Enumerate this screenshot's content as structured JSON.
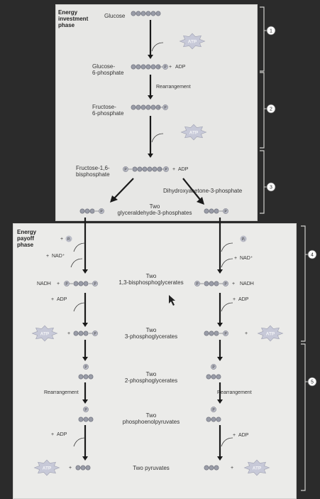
{
  "phases": {
    "investment": "Energy\ninvestment\nphase",
    "payoff": "Energy\npayoff\nphase"
  },
  "molecules": {
    "glucose": "Glucose",
    "g6p": "Glucose-\n6-phosphate",
    "f6p": "Fructose-\n6-phosphate",
    "f16bp": "Fructose-1,6-\nbisphosphate",
    "dhap": "Dihydroxyacetone-3-phosphate",
    "g3p": "Two\nglyceraldehyde-3-phosphates",
    "bpg": "Two\n1,3-bisphosphoglycerates",
    "pg3": "Two\n3-phosphoglycerates",
    "pg2": "Two\n2-phosphoglycerates",
    "pep": "Two\nphosphoenolpyruvates",
    "pyr": "Two pyruvates"
  },
  "labels": {
    "atp": "ATP",
    "adp": "ADP",
    "nad": "NAD⁺",
    "nadh": "NADH",
    "pi": "Pᵢ",
    "p": "P",
    "plus": "+",
    "rearrangement": "Rearrangement"
  },
  "steps": [
    "1",
    "2",
    "3",
    "4",
    "5"
  ],
  "colors": {
    "atp_fill": "#c7c9d8",
    "carbon": "#9a9da8",
    "phosphate": "#b9bbc6",
    "arrow": "#1a1a1a",
    "bracket": "#cfcfcd"
  }
}
